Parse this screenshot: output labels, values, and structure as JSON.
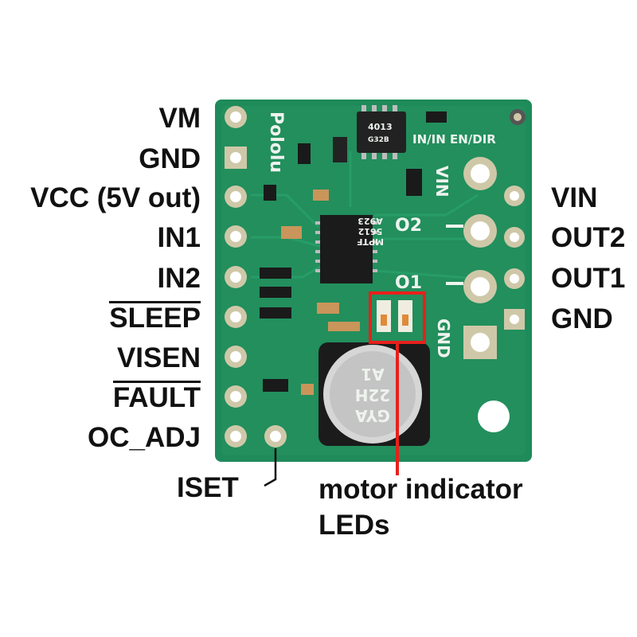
{
  "diagram": {
    "left_pins": [
      "VM",
      "GND",
      "VCC (5V out)",
      "IN1",
      "IN2",
      "SLEEP",
      "VISEN",
      "FAULT",
      "OC_ADJ"
    ],
    "overlined_pins": [
      "SLEEP",
      "FAULT"
    ],
    "right_pins": [
      "VIN",
      "OUT2",
      "OUT1",
      "GND"
    ],
    "bottom_pin": "ISET",
    "callout": {
      "line1": "motor indicator",
      "line2": "LEDs",
      "color": "#e8201c"
    }
  },
  "board": {
    "brand": "Pololu",
    "silk_in_en": "IN/IN EN/DIR",
    "silk_vin": "VIN",
    "silk_o2": "O2",
    "silk_o1": "O1",
    "silk_gnd": "GND",
    "chip_main": [
      "MPTF",
      "5612",
      "A923"
    ],
    "chip_small": [
      "4013",
      "G32B"
    ],
    "cap_text": [
      "GYA",
      "22H",
      "A1"
    ],
    "colors": {
      "pcb": "#1f8a5a",
      "pcb_dark": "#156b45",
      "silk": "#eef3ee",
      "gold": "#cfc8a8"
    }
  }
}
